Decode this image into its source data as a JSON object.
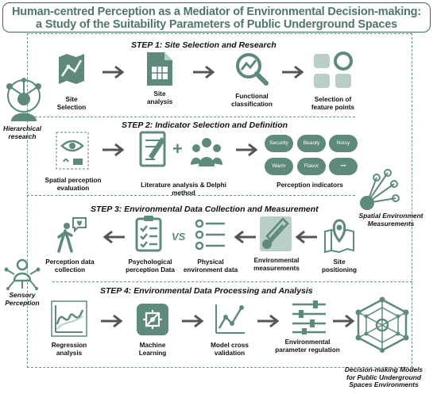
{
  "title": {
    "line1": "Human-centred Perception as a Mediator of Environmental Decision-making:",
    "line2": "a Study of the Suitability Parameters of Public Underground Spaces"
  },
  "colors": {
    "accent": "#5e8a79",
    "accent_dark": "#3e6b5c",
    "light": "#b9cfc6",
    "arrow": "#555555"
  },
  "side_labels": {
    "hierarchical": [
      "Hierarchical",
      "research"
    ],
    "spatial_env": [
      "Spatial Environment",
      "Measurements"
    ],
    "sensory": [
      "Sensory",
      "Perception"
    ],
    "decision": [
      "Decision-making Models",
      "for Public Underground",
      "Spaces Environments"
    ]
  },
  "steps": [
    {
      "title": "STEP 1:  Site Selection and Research",
      "items": [
        {
          "icon": "map-icon",
          "label": [
            "Site",
            "Selection"
          ]
        },
        {
          "icon": "spreadsheet-icon",
          "label": [
            "Site",
            "analysis"
          ]
        },
        {
          "icon": "magnifier-chart-icon",
          "label": [
            "Functional",
            "classification"
          ]
        },
        {
          "icon": "grid-points-icon",
          "label": [
            "Selection of",
            "feature points"
          ]
        }
      ]
    },
    {
      "title": "STEP 2:  Indicator Selection and Definition",
      "items": [
        {
          "icon": "eye-perception-icon",
          "label": [
            "Spatial perception",
            "evaluation"
          ]
        },
        {
          "icon": "document-group-icon",
          "label": [
            "Literature analysis & Delphi method"
          ]
        },
        {
          "icon": "perception-bubbles",
          "label": [
            "Perception indicators"
          ]
        }
      ],
      "bubbles": [
        "Security",
        "Beauty",
        "Noisy",
        "Warm",
        "Flavor",
        "•••"
      ]
    },
    {
      "title": "STEP 3:  Environmental Data Collection and Measurement",
      "items": [
        {
          "icon": "walking-person-icon",
          "label": [
            "Perception data",
            "collection"
          ]
        },
        {
          "icon": "checklist-icon",
          "label": [
            "Psychological",
            "perception Data"
          ]
        },
        {
          "icon": "sliders-list-icon",
          "label": [
            "Physical",
            "environment data"
          ]
        },
        {
          "icon": "thermometer-icon",
          "label": [
            "Environmental",
            "measurements"
          ]
        },
        {
          "icon": "location-pin-icon",
          "label": [
            "Site",
            "positioning"
          ]
        }
      ],
      "vs": "VS"
    },
    {
      "title": "STEP 4:  Environmental Data Processing and Analysis",
      "items": [
        {
          "icon": "regression-chart-icon",
          "label": [
            "Regression",
            "analysis"
          ]
        },
        {
          "icon": "machine-learning-icon",
          "label": [
            "Machine",
            "Learning"
          ]
        },
        {
          "icon": "line-chart-icon",
          "label": [
            "Model cross",
            "validation"
          ]
        },
        {
          "icon": "equalizer-icon",
          "label": [
            "Environmental",
            "parameter regulation"
          ]
        }
      ]
    }
  ]
}
